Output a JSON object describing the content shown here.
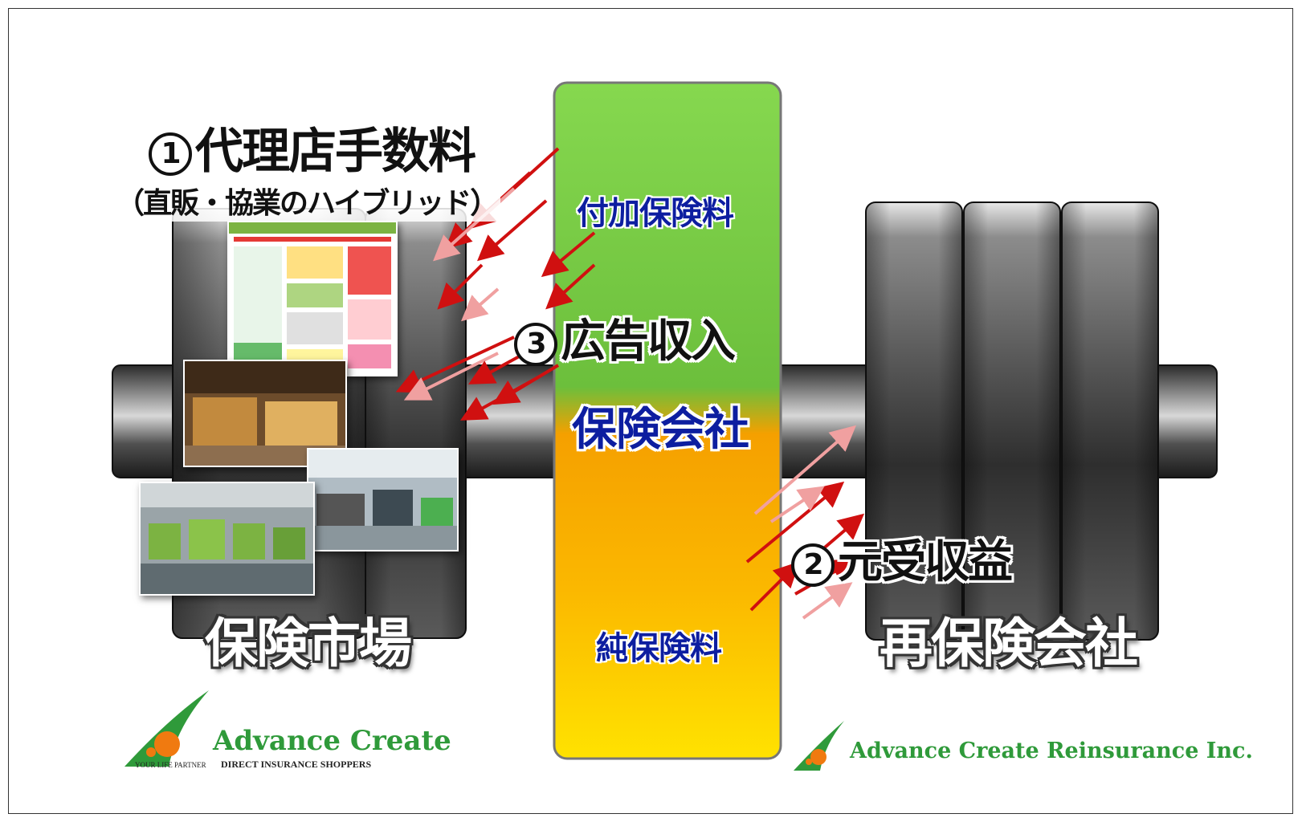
{
  "labels": {
    "agency_fee_number": "1",
    "agency_fee": "代理店手数料",
    "hybrid_note": "（直販・協業のハイブリッド）",
    "loading_premium": "付加保険料",
    "ad_revenue_number": "3",
    "ad_revenue": "広告収入",
    "insurance_company": "保険会社",
    "reinsurance_income_number": "2",
    "reinsurance_income": "元受収益",
    "pure_premium": "純保険料",
    "insurance_market": "保険市場",
    "reinsurance_company": "再保険会社"
  },
  "logos": {
    "left_name": "Advance Create",
    "left_tagline": "YOUR LIFE PARTNER",
    "left_sub": "DIRECT INSURANCE SHOPPERS",
    "right_name": "Advance Create Reinsurance Inc."
  },
  "colors": {
    "center_top": "#7ad14a",
    "center_bottom": "#ffd400",
    "arrow": "#d01010",
    "logo_green": "#2f9a3a",
    "logo_orange": "#f07a10"
  }
}
